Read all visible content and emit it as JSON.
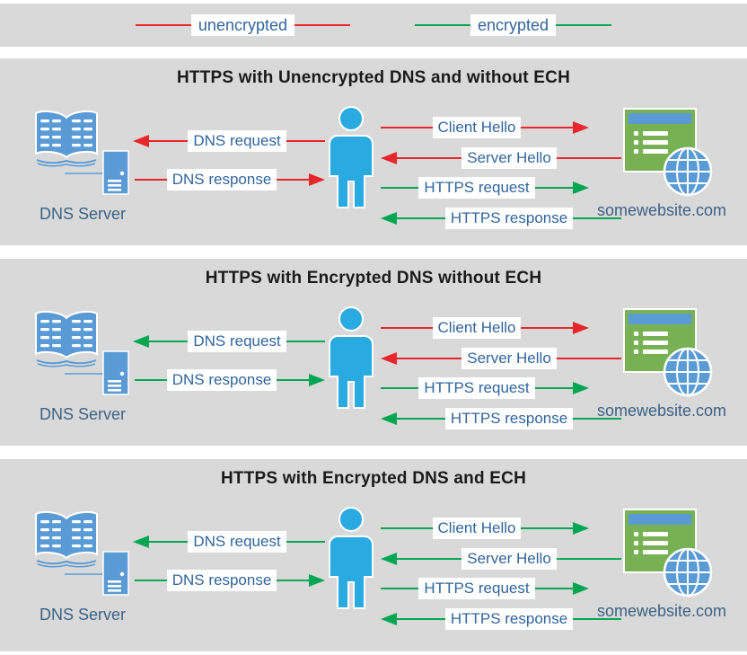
{
  "legend": {
    "items": [
      {
        "label": "unencrypted",
        "color": "#e8262b"
      },
      {
        "label": "encrypted",
        "color": "#00a651"
      }
    ]
  },
  "colors": {
    "panel_background": "#d9d9d9",
    "title_text": "#1a1a1a",
    "arrow_label_text": "#31659c",
    "caption_text": "#3b6287",
    "unencrypted": "#e8262b",
    "encrypted": "#00a651",
    "person_icon": "#29abe2",
    "dns_icons": "#5b9bd5",
    "website_body": "#77b153",
    "website_header": "#5b9bd5",
    "globe_icon": "#5b9bd5"
  },
  "panels": [
    {
      "title": "HTTPS with Unencrypted DNS and without ECH",
      "dns_server_label": "DNS Server",
      "website_label": "somewebsite.com",
      "arrows": {
        "client_hello": {
          "label": "Client Hello",
          "direction": "right",
          "encryption": "unencrypted",
          "color": "#e8262b"
        },
        "dns_request": {
          "label": "DNS request",
          "direction": "left",
          "encryption": "unencrypted",
          "color": "#e8262b"
        },
        "server_hello": {
          "label": "Server Hello",
          "direction": "left",
          "encryption": "unencrypted",
          "color": "#e8262b"
        },
        "dns_response": {
          "label": "DNS response",
          "direction": "right",
          "encryption": "unencrypted",
          "color": "#e8262b"
        },
        "https_request": {
          "label": "HTTPS request",
          "direction": "right",
          "encryption": "encrypted",
          "color": "#00a651"
        },
        "https_response": {
          "label": "HTTPS response",
          "direction": "left",
          "encryption": "encrypted",
          "color": "#00a651"
        }
      }
    },
    {
      "title": "HTTPS with Encrypted DNS without ECH",
      "dns_server_label": "DNS Server",
      "website_label": "somewebsite.com",
      "arrows": {
        "client_hello": {
          "label": "Client Hello",
          "direction": "right",
          "encryption": "unencrypted",
          "color": "#e8262b"
        },
        "dns_request": {
          "label": "DNS request",
          "direction": "left",
          "encryption": "encrypted",
          "color": "#00a651"
        },
        "server_hello": {
          "label": "Server Hello",
          "direction": "left",
          "encryption": "unencrypted",
          "color": "#e8262b"
        },
        "dns_response": {
          "label": "DNS response",
          "direction": "right",
          "encryption": "encrypted",
          "color": "#00a651"
        },
        "https_request": {
          "label": "HTTPS request",
          "direction": "right",
          "encryption": "encrypted",
          "color": "#00a651"
        },
        "https_response": {
          "label": "HTTPS response",
          "direction": "left",
          "encryption": "encrypted",
          "color": "#00a651"
        }
      }
    },
    {
      "title": "HTTPS with Encrypted DNS and ECH",
      "dns_server_label": "DNS Server",
      "website_label": "somewebsite.com",
      "arrows": {
        "client_hello": {
          "label": "Client Hello",
          "direction": "right",
          "encryption": "encrypted",
          "color": "#00a651"
        },
        "dns_request": {
          "label": "DNS request",
          "direction": "left",
          "encryption": "encrypted",
          "color": "#00a651"
        },
        "server_hello": {
          "label": "Server Hello",
          "direction": "left",
          "encryption": "encrypted",
          "color": "#00a651"
        },
        "dns_response": {
          "label": "DNS response",
          "direction": "right",
          "encryption": "encrypted",
          "color": "#00a651"
        },
        "https_request": {
          "label": "HTTPS request",
          "direction": "right",
          "encryption": "encrypted",
          "color": "#00a651"
        },
        "https_response": {
          "label": "HTTPS response",
          "direction": "left",
          "encryption": "encrypted",
          "color": "#00a651"
        }
      }
    }
  ]
}
